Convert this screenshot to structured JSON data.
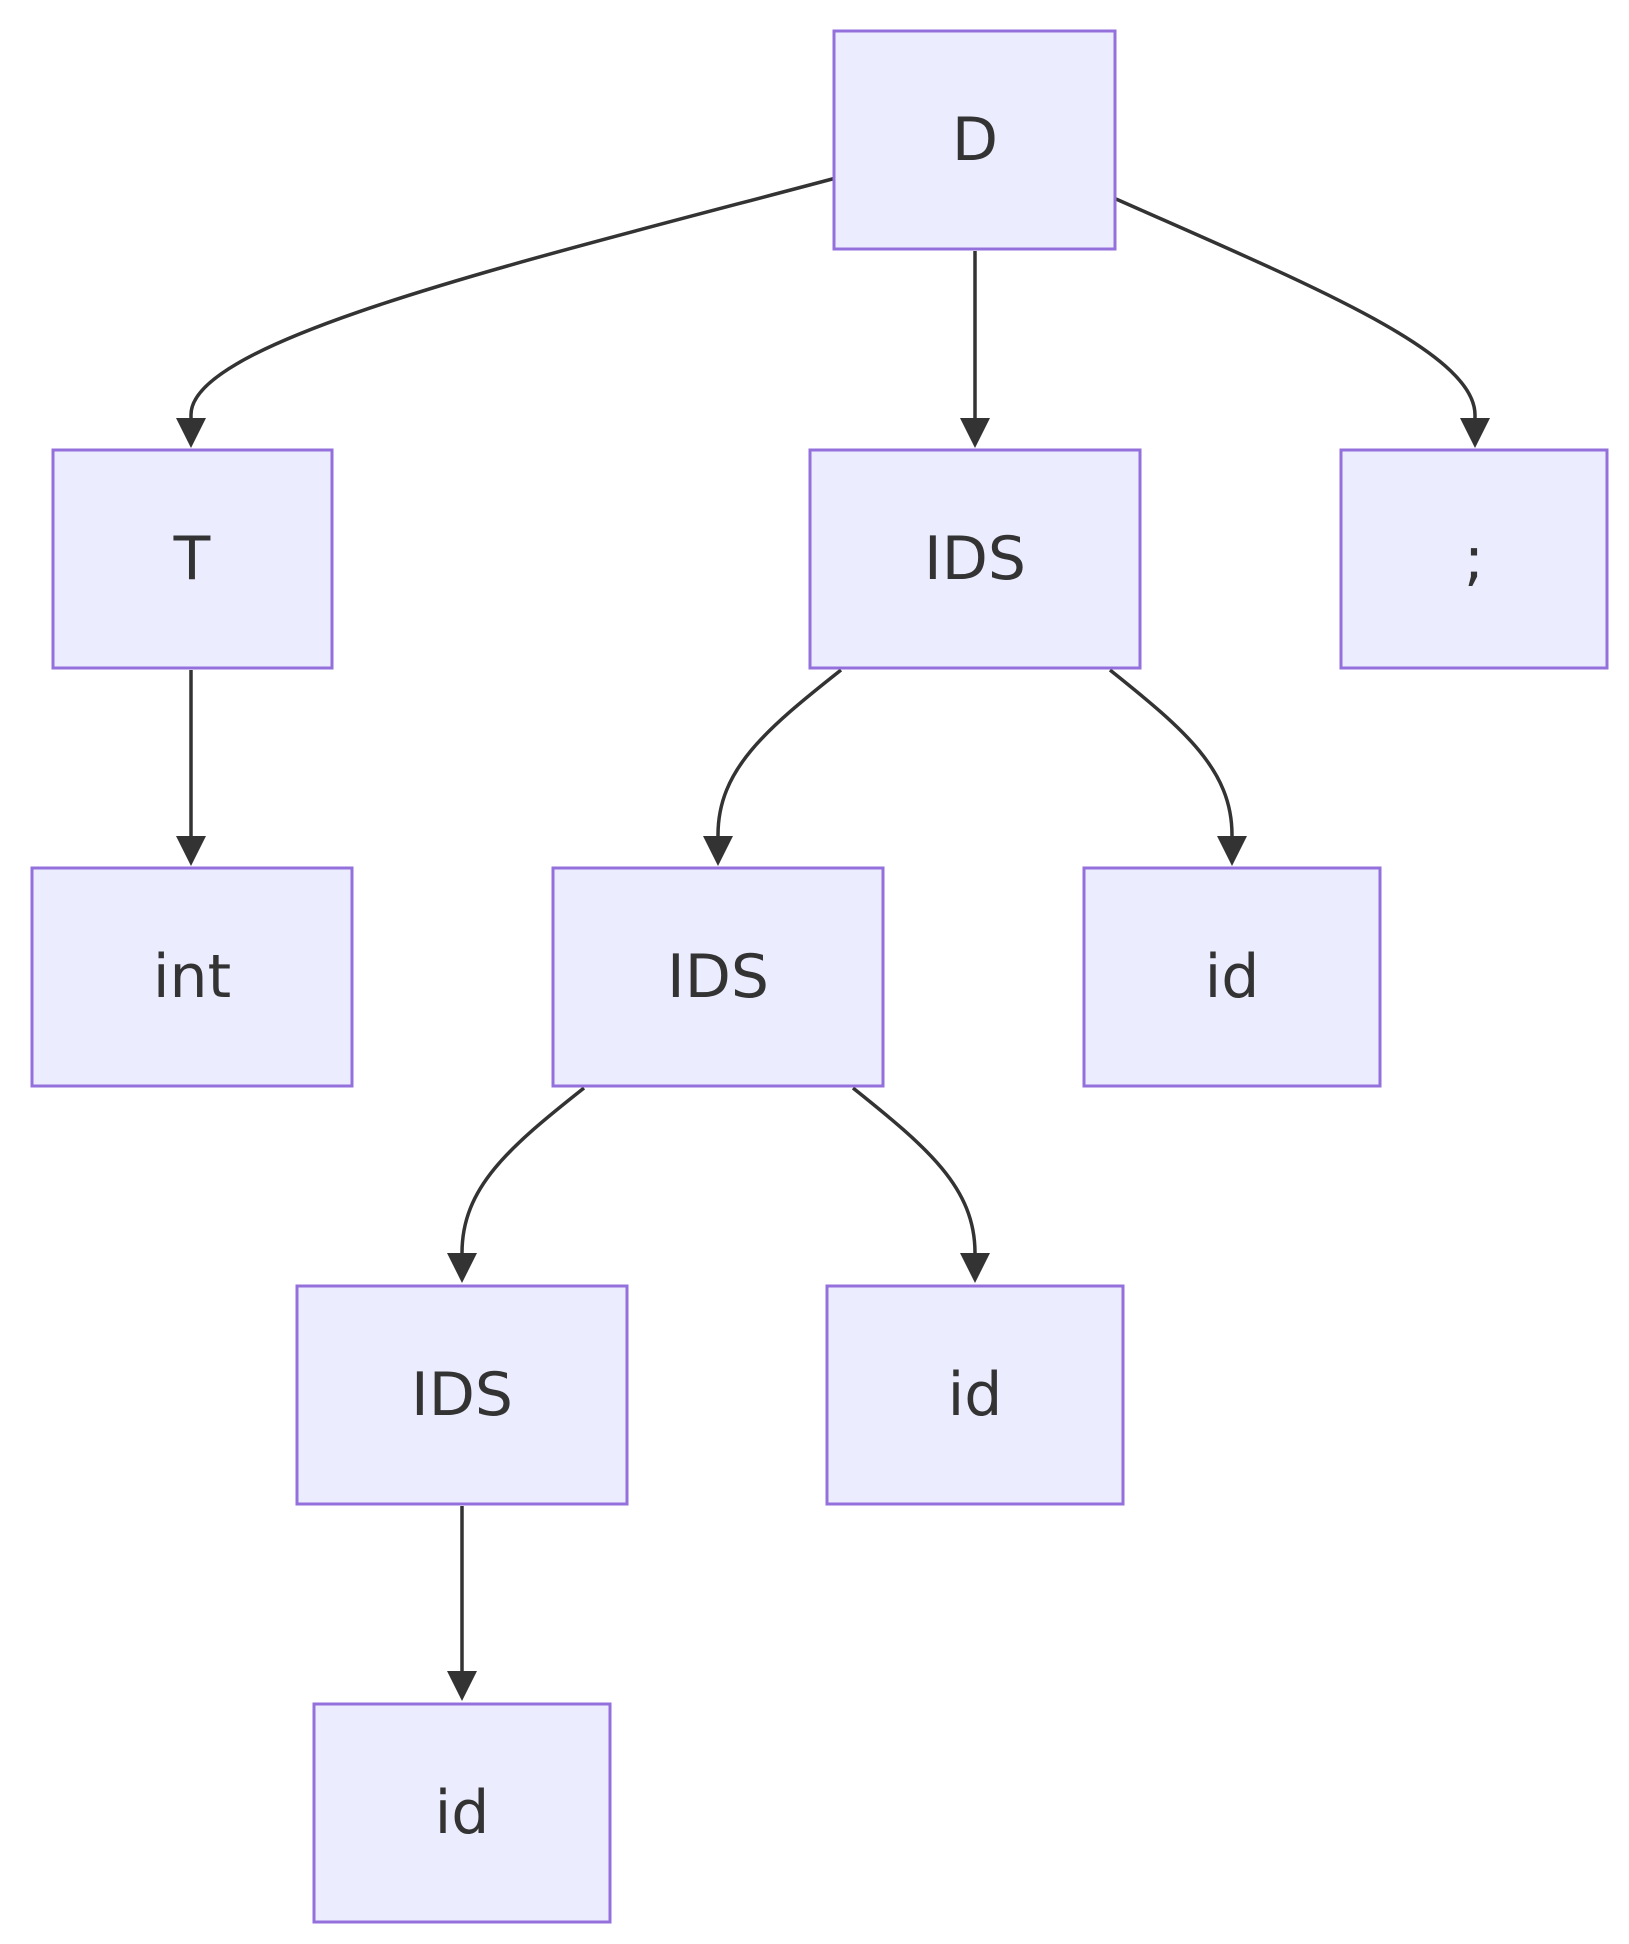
{
  "diagram": {
    "nodes": {
      "d": {
        "label": "D"
      },
      "t": {
        "label": "T"
      },
      "ids1": {
        "label": "IDS"
      },
      "semicolon": {
        "label": ";"
      },
      "int": {
        "label": "int"
      },
      "ids2": {
        "label": "IDS"
      },
      "id1": {
        "label": "id"
      },
      "ids3": {
        "label": "IDS"
      },
      "id2": {
        "label": "id"
      },
      "id3": {
        "label": "id"
      }
    },
    "edges": [
      {
        "from": "d",
        "to": "t"
      },
      {
        "from": "d",
        "to": "ids1"
      },
      {
        "from": "d",
        "to": "semicolon"
      },
      {
        "from": "t",
        "to": "int"
      },
      {
        "from": "ids1",
        "to": "ids2"
      },
      {
        "from": "ids1",
        "to": "id1"
      },
      {
        "from": "ids2",
        "to": "ids3"
      },
      {
        "from": "ids2",
        "to": "id2"
      },
      {
        "from": "ids3",
        "to": "id3"
      }
    ],
    "colors": {
      "node_fill": "#ECECFF",
      "node_stroke": "#9370DB",
      "edge": "#333333",
      "text": "#333333"
    }
  }
}
